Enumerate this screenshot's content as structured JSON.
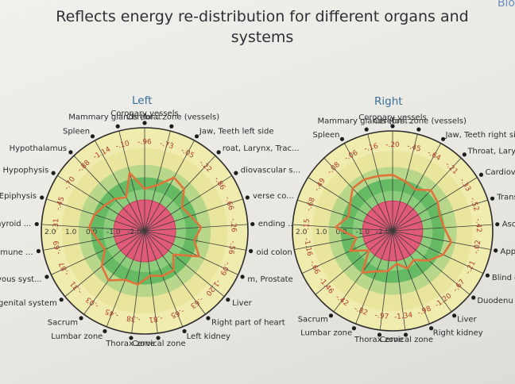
{
  "page": {
    "title": "Reflects energy re-distribution for different organs and systems",
    "brand": "Bio"
  },
  "chart_data": [
    {
      "type": "radar",
      "title": "Left",
      "ring_labels": [
        "2.0",
        "1.0",
        "0.0",
        "-1.0",
        "-2.0"
      ],
      "rlim": [
        -2.0,
        2.0
      ],
      "categories": [
        "Coronary vessels",
        "Mammary glands (for ...",
        "Spleen",
        "Hypothalamus",
        "Hypophysis",
        "Epiphysis",
        "Thyroid ...",
        "Immune ...",
        "Nervous syst...",
        "Urino-genital system",
        "Sacrum",
        "Lumbar zone",
        "Thorax zone",
        "Cervical zone",
        "Left kidney",
        "Right part of heart",
        "Liver",
        "m, Prostate",
        "oid colon",
        "ending ...",
        "verse co...",
        "diovascular s...",
        "roat, Larynx, Trac...",
        "Jaw, Teeth left side",
        "Cerebral zone (vessels)"
      ],
      "values": [
        -0.96,
        -0.1,
        -1.14,
        -0.88,
        -0.7,
        -0.45,
        -0.31,
        -0.69,
        -0.87,
        -0.31,
        -0.03,
        -0.45,
        -0.38,
        -0.81,
        -0.65,
        -0.63,
        -1.2,
        -0.09,
        -0.56,
        -0.26,
        -0.66,
        -0.86,
        -0.22,
        -0.05,
        -0.73
      ]
    },
    {
      "type": "radar",
      "title": "Right",
      "ring_labels": [
        "2.0",
        "1.0",
        "0.0",
        "-1.0",
        "-2.0"
      ],
      "rlim": [
        -2.0,
        2.0
      ],
      "categories": [
        "Coronary vessels",
        "Cerebral zone (vessels)",
        "Jaw, Teeth right side",
        "Throat, Larynx",
        "Cardiovas",
        "Transv",
        "Ascer",
        "Appe",
        "Blind g",
        "Duodenu",
        "Liver",
        "Right kidney",
        "Cervical zone",
        "Thorax zone",
        "Lumbar zone",
        "Sacrum",
        "",
        "",
        "",
        "",
        "",
        "",
        "",
        "Spleen",
        "Mammary glands (for ..."
      ],
      "values": [
        -0.2,
        -0.45,
        -0.64,
        -0.21,
        -0.33,
        -0.52,
        -0.42,
        -0.02,
        -0.21,
        -0.67,
        -1.2,
        -0.98,
        -1.34,
        -0.97,
        -0.82,
        -0.42,
        -1.46,
        -0.66,
        -1.16,
        -0.15,
        -0.68,
        -0.49,
        -0.08,
        -0.06,
        -0.16
      ]
    }
  ]
}
